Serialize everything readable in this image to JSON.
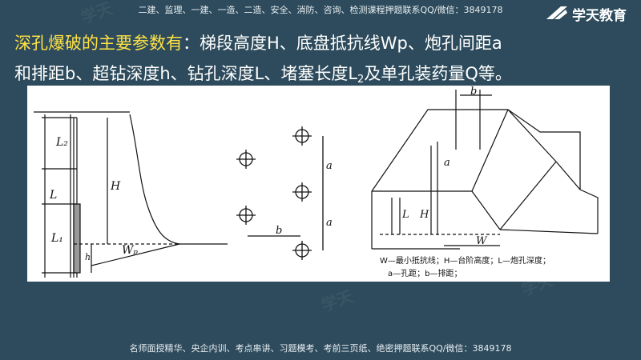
{
  "header": {
    "banner": "二建、监理、一建、一造、二造、安全、消防、咨询、检测课程押题联系QQ/微信：3849178",
    "logo_text": "学天教育"
  },
  "content": {
    "highlight": "深孔爆破的主要参数有",
    "line1_rest": "：梯段高度H、底盘抵抗线Wp、炮孔间距a",
    "line2_a": "和排距b、超钻深度h、钻孔深度L、堵塞长度L",
    "line2_sub": "2",
    "line2_b": "及单孔装药量Q等。"
  },
  "figure": {
    "left_labels": {
      "l": "L",
      "l2": "L₂",
      "l1": "L₁",
      "h_big": "H",
      "h_small": "h",
      "wp": "Wₚ"
    },
    "mid_labels": {
      "a": "a",
      "b": "b"
    },
    "right_labels": {
      "b": "b",
      "l": "L",
      "h": "H",
      "w": "W",
      "a": "a"
    },
    "caption_line1": "W—最小抵抗线；H—台阶高度；L—炮孔深度；",
    "caption_line2": "a—孔距；b—排距；"
  },
  "footer": {
    "banner": "名师面授精华、央企内训、考点串讲、习题模考、考前三页纸、绝密押题联系QQ/微信：3849178"
  },
  "colors": {
    "background": "#2d4b5c",
    "highlight": "#ffe246",
    "text": "#ffffff"
  }
}
